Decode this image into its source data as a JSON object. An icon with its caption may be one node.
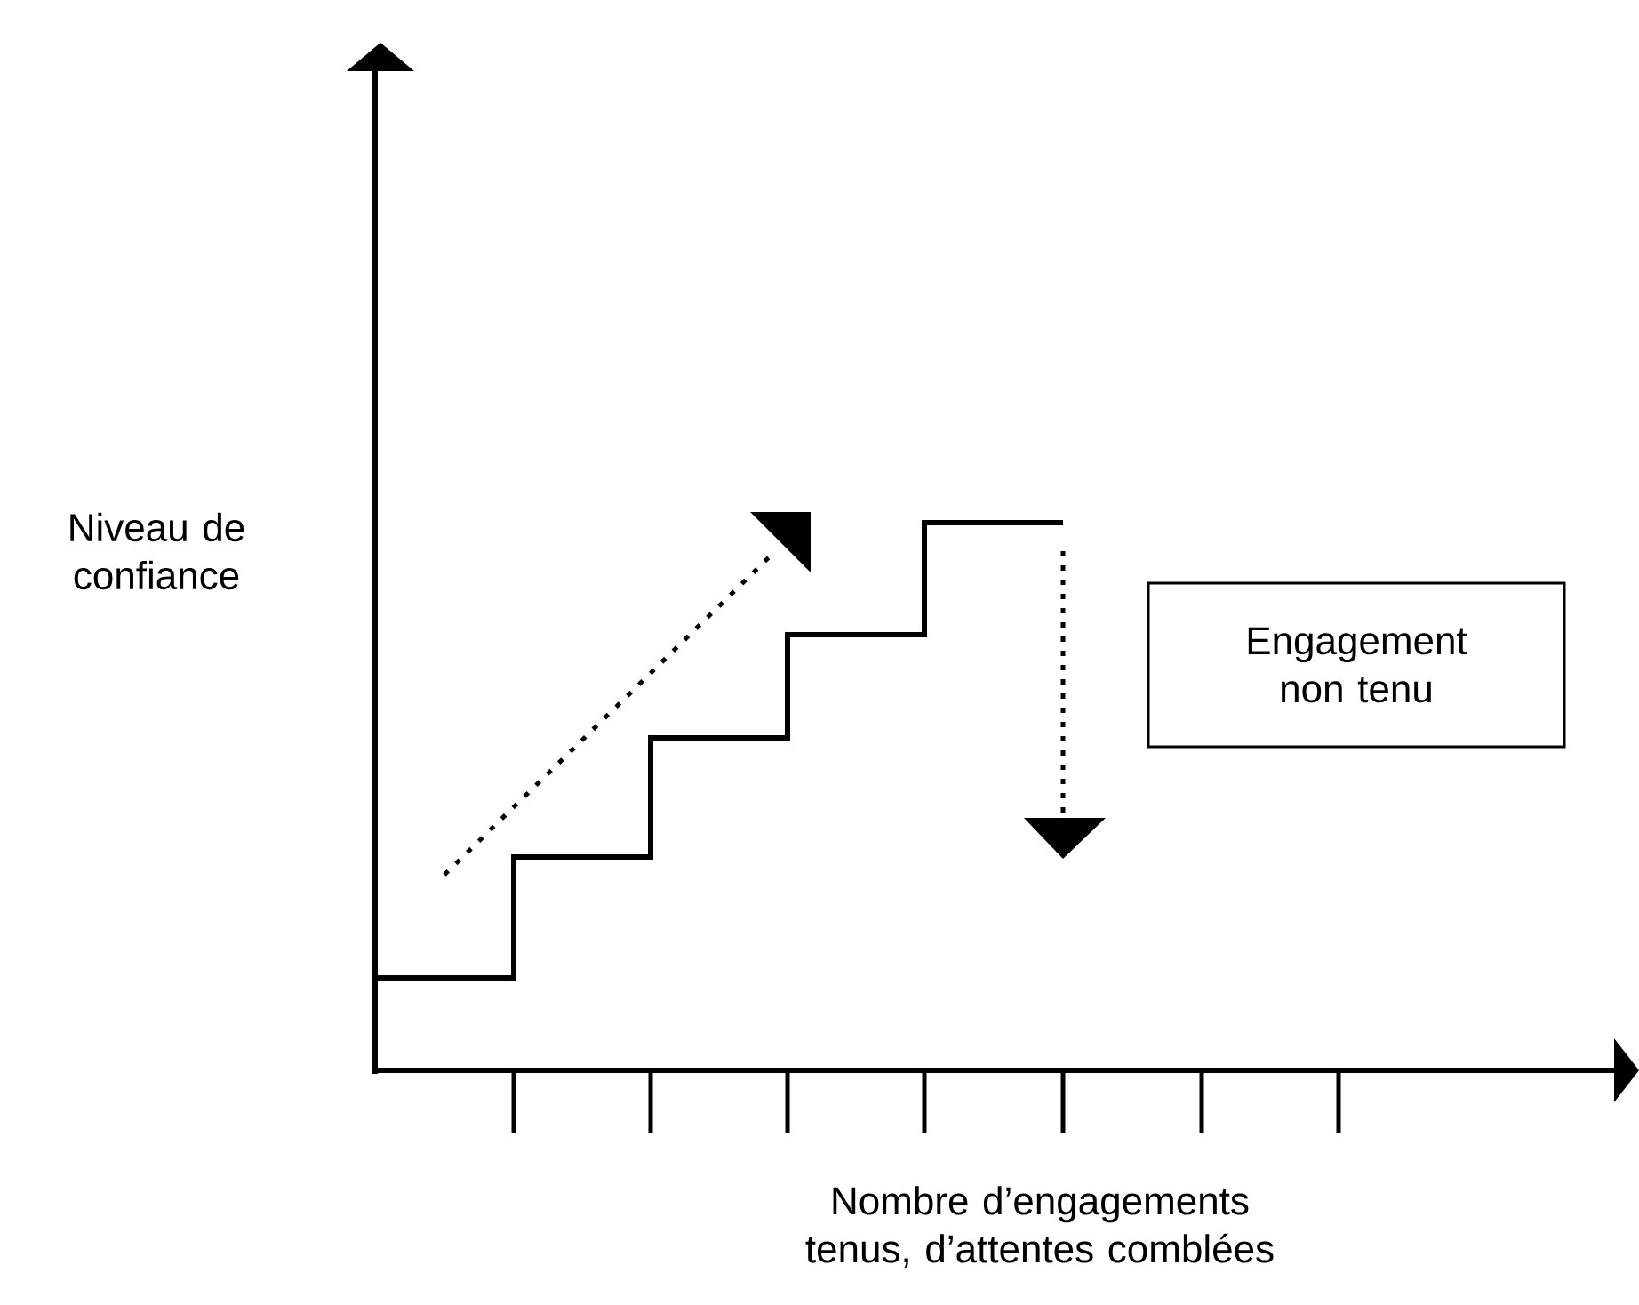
{
  "diagram": {
    "nodes": [
      {
        "text": [
          "Engagement non tenu"
        ]
      }
    ],
    "labels": [
      "Niveau de confiance",
      "Nombre d’engagements tenus, d’attentes comblées"
    ]
  }
}
